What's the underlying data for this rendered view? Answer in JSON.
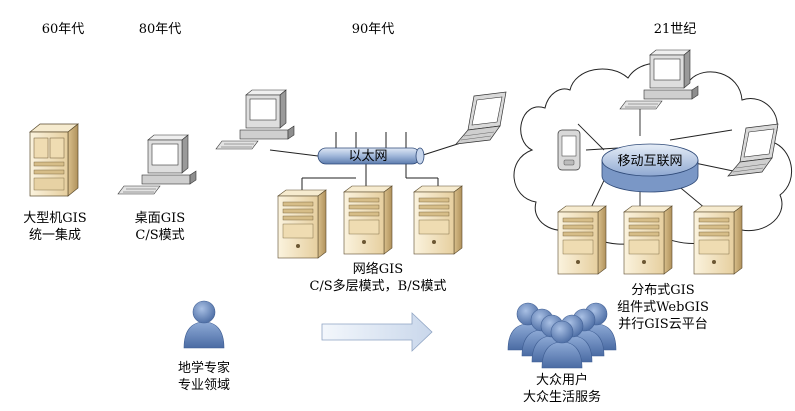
{
  "eras": {
    "e60": "60年代",
    "e80": "80年代",
    "e90": "90年代",
    "e21": "21世纪"
  },
  "mainframe": {
    "line1": "大型机GIS",
    "line2": "统一集成"
  },
  "desktop": {
    "line1": "桌面GIS",
    "line2": "C/S模式"
  },
  "network": {
    "bus_label": "以太网",
    "line1": "网络GIS",
    "line2": "C/S多层模式，B/S模式"
  },
  "distributed": {
    "hub_label": "移动互联网",
    "line1": "分布式GIS",
    "line2": "组件式WebGIS",
    "line3": "并行GIS云平台"
  },
  "expert": {
    "line1": "地学专家",
    "line2": "专业领域"
  },
  "public": {
    "line1": "大众用户",
    "line2": "大众生活服务"
  },
  "colors": {
    "server_body": "#f3e4c2",
    "server_side": "#c9ad78",
    "person": "#6f8fc4",
    "person_dark": "#3f5e93",
    "arrow": "#d8e3f1",
    "bus": "#9fb6d9",
    "cloud_stroke": "#222222",
    "monitor": "#d9d9d9"
  }
}
